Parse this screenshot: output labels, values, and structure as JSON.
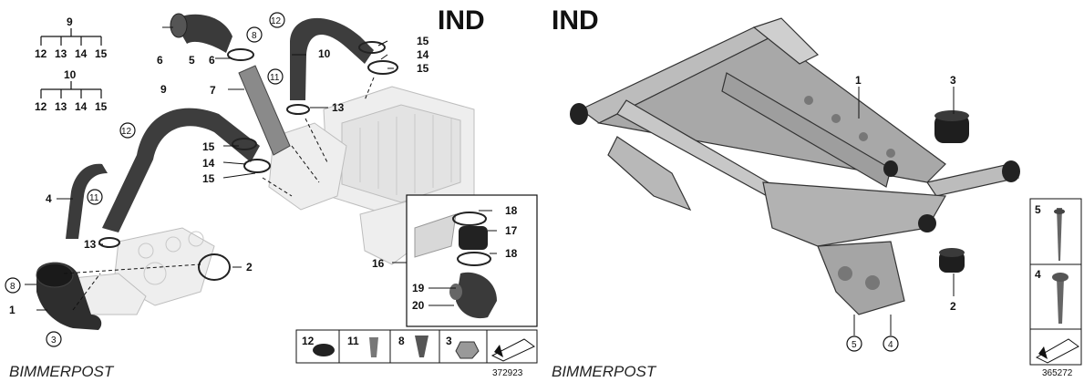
{
  "brand_logo": "IND",
  "watermark": "BIMMERPOST",
  "left": {
    "image_number": "372923",
    "tree_a": {
      "root": "9",
      "children": [
        "12",
        "13",
        "14",
        "15"
      ]
    },
    "tree_b": {
      "root": "10",
      "children": [
        "12",
        "13",
        "14",
        "15"
      ]
    },
    "callouts": {
      "c1": "1",
      "c2": "2",
      "c3": "3",
      "c4": "4",
      "c5": "5",
      "c6a": "6",
      "c6b": "6",
      "c7": "7",
      "c8a": "8",
      "c8b": "8",
      "c9": "9",
      "c10": "10",
      "c11a": "11",
      "c11b": "11",
      "c12a": "12",
      "c12b": "12",
      "c13a": "13",
      "c13b": "13",
      "c14a": "14",
      "c14b": "14",
      "c15a": "15",
      "c15b": "15",
      "c15c": "15",
      "c15d": "15",
      "c16": "16",
      "c17": "17",
      "c18a": "18",
      "c18b": "18",
      "c19": "19",
      "c20": "20"
    },
    "legend": [
      "12",
      "11",
      "8",
      "3"
    ]
  },
  "right": {
    "image_number": "365272",
    "callouts": {
      "c1": "1",
      "c2": "2",
      "c3": "3",
      "c4": "4",
      "c5": "5"
    },
    "legend": [
      "5",
      "4"
    ]
  }
}
